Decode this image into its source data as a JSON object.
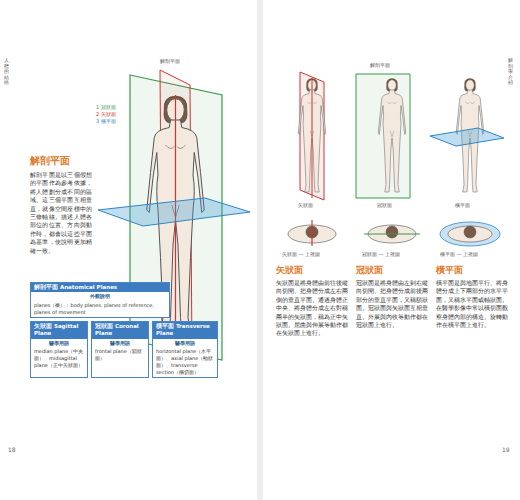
{
  "diagram": {
    "nodes": [
      {
        "text": [
          "解剖平面 Anatomical Planes",
          "外觀說明",
          "planes（複）：body planes, planes of reference, planes of movement"
        ]
      },
      {
        "text": [
          "矢狀面 Sagittal Plane",
          "醫學用語",
          "median plane（中央面）、midsagittal plane（正中矢狀面）"
        ]
      },
      {
        "text": [
          "冠狀面 Coronal Plane",
          "醫學用語",
          "frontal plane（額狀面）"
        ]
      },
      {
        "text": [
          "橫平面 Transverse Plane",
          "醫學用語",
          "horizontal plane（水平面）、axial plane（軸狀面）、transverse section（橫切面）"
        ]
      }
    ],
    "labels": [
      "人體的結構",
      "1 冠狀面",
      "2 矢狀面",
      "3 橫平面",
      "解剖平面",
      "解剖平面",
      "解剖平面是以三個假想的平面作為參考依據，將人體劃分成不同的區域。這三個平面互相垂直，就像空間座標中的三條軸線。描述人體各部位的位置、方向與動作時，都會以這些平面為基準，使說明更加精確一致。",
      "18",
      "解剖平面",
      "矢狀面",
      "冠狀面",
      "橫平面",
      "矢狀面 — 上視圖",
      "冠狀面 — 上視圖",
      "橫平面 — 上視圖",
      "矢狀面",
      "矢狀面是將身體由前往後縱向切開、把身體分成左右兩側的垂直平面。通過身體正中央、將身體分成左右對稱兩半的矢狀面，稱為正中矢狀面。屈曲與伸展等動作都在矢狀面上進行。",
      "冠狀面",
      "冠狀面是將身體由左到右縱向切開、把身體分成前後兩部分的垂直平面，又稱額狀面。冠狀面與矢狀面互相垂直。外展與內收等動作都在冠狀面上進行。",
      "橫平面",
      "橫平面是與地面平行、將身體分成上下兩部分的水平平面，又稱水平面或軸狀面。在醫學影像中常以橫切面觀察身體內部的構造。旋轉動作在橫平面上進行。",
      "19",
      "解剖學介紹"
    ]
  }
}
